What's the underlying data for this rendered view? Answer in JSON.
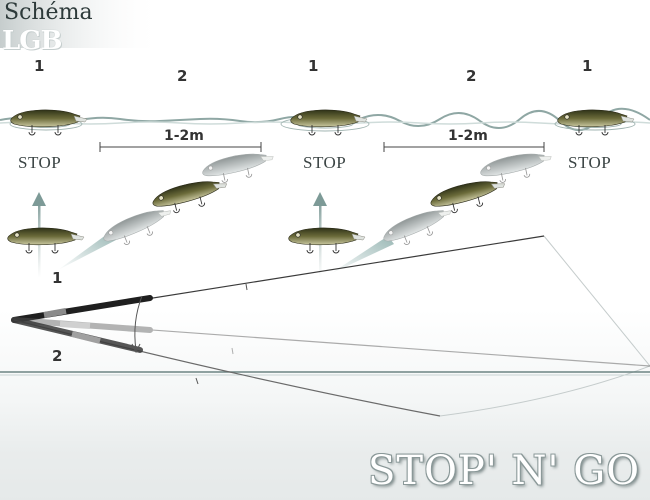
{
  "header": {
    "title": "Schéma",
    "watermark": "LGB"
  },
  "surface_labels": [
    "1",
    "2",
    "1",
    "2",
    "1"
  ],
  "stop_labels": [
    "STOP",
    "STOP",
    "STOP"
  ],
  "distance_labels": [
    "1-2m",
    "1-2m"
  ],
  "rod_labels": [
    "1",
    "2"
  ],
  "brand": "STOP' N' GO",
  "colors": {
    "water": "#a9bcb9",
    "lure_body": "#5a5a2e",
    "lure_faded": "#b8bfbf",
    "rod": "#3a3a3a",
    "text": "#333333"
  }
}
